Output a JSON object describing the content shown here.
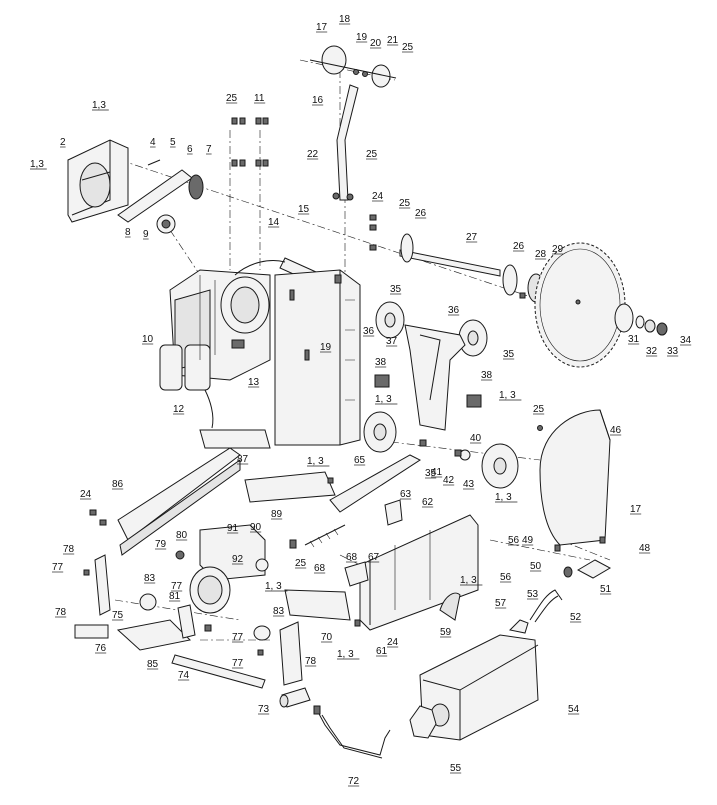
{
  "diagram": {
    "part_labels": [
      "1,3",
      "2",
      "1,3",
      "4",
      "5",
      "6",
      "7",
      "8",
      "9",
      "10",
      "25",
      "11",
      "14",
      "15",
      "12",
      "13",
      "17",
      "18",
      "19",
      "20",
      "21",
      "25",
      "16",
      "22",
      "25",
      "24",
      "25",
      "26",
      "27",
      "26",
      "28",
      "29",
      "35",
      "36",
      "37",
      "36",
      "35",
      "19",
      "38",
      "1, 3",
      "38",
      "1, 3",
      "25",
      "46",
      "31",
      "32",
      "33",
      "34",
      "87",
      "1, 3",
      "65",
      "35",
      "40",
      "41",
      "42",
      "43",
      "1, 3",
      "24",
      "86",
      "63",
      "62",
      "79",
      "80",
      "91",
      "90",
      "89",
      "25",
      "92",
      "1, 3",
      "78",
      "77",
      "81",
      "77",
      "83",
      "68",
      "67",
      "68",
      "56",
      "49",
      "48",
      "50",
      "51",
      "17",
      "1, 3",
      "56",
      "53",
      "52",
      "57",
      "59",
      "24",
      "61",
      "1, 3",
      "70",
      "83",
      "78",
      "77",
      "77",
      "78",
      "75",
      "76",
      "85",
      "74",
      "73",
      "54",
      "55",
      "72"
    ]
  }
}
